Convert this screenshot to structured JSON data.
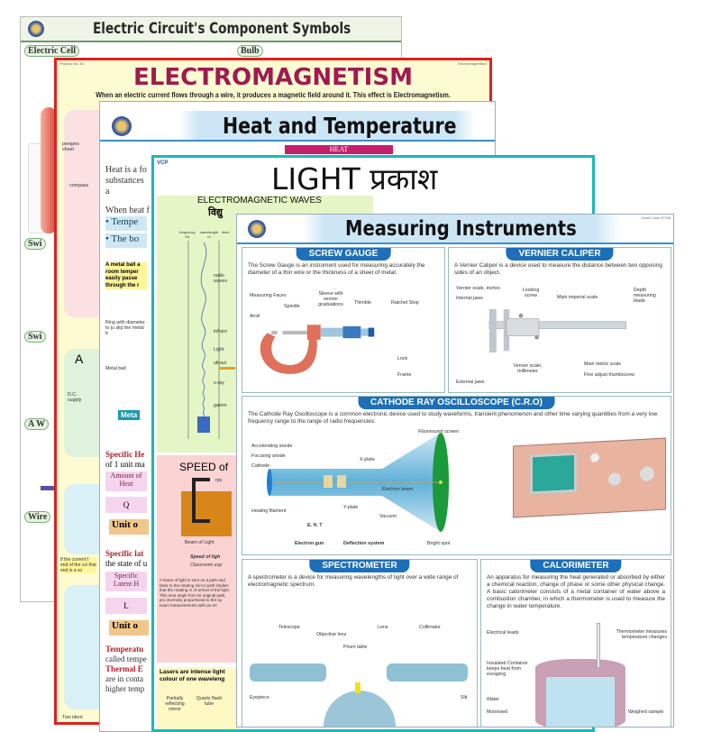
{
  "posters": {
    "circuit": {
      "title": "Electric Circuit's Component Symbols",
      "labels": [
        "Electric Cell",
        "Bulb",
        "Swi",
        "Swi",
        "A W",
        "Wire"
      ]
    },
    "electromagnetism": {
      "title": "ELECTROMAGNETISM",
      "code": "Physics No. 35",
      "corner": "Electromagnetism",
      "subtitle": "When an electric current flows through a wire, it produces a magnetic field around it. This effect is Electromagnetism.",
      "labels": {
        "perspex": "perspex sheet",
        "compass": "compass",
        "a": "A",
        "dc": "D.C. supply",
        "current": "If the current f end of the coi that end is a so",
        "two": "Two ident"
      }
    },
    "heat": {
      "title": "Heat and Temperature",
      "tab": "HEAT",
      "intro": "Heat is a fo substances a",
      "when": "When heat f",
      "bullets": [
        "• Tempe",
        "• The bo"
      ],
      "ball": "A metal ball a room temper easily passe through the r",
      "ring": "Ring with diameter to ju slip the metal b",
      "metal_ball": "Metal ball",
      "metal_tag": "Meta",
      "sh": "Specific He",
      "sh2": "of 1 unit ma",
      "amount": "Amount of Heat",
      "q": "Q",
      "unit": "Unit o",
      "latent": "Specific lat",
      "latent2": "the state of u",
      "latent_box": "Specific Latent H",
      "l": "L",
      "unit2": "Unit o",
      "temp": "Temperatu",
      "temp2": "called tempe",
      "thermal": "Thermal E",
      "temp3": "are in conta",
      "temp4": "higher temp"
    },
    "light": {
      "title": "LIGHT  प्रकाश",
      "brand": "VCP",
      "em_title": "ELECTROMAGNETIC WAVES",
      "em_hindi": "विद्यु",
      "cols": [
        "frequency Hz",
        "wavelength m",
        "elect"
      ],
      "bands": [
        "radio waves",
        "infrare",
        "Light",
        "ultravi",
        "x-ray",
        "gamm"
      ],
      "speed": "SPEED of",
      "rps": "rps",
      "beam": "Beam of Light",
      "speed_cap": "Speed of ligh",
      "classroom": "Classroom exp",
      "speed_text": "A beam of light is sent on a path and back to the rotating mirror path implies that the rotating m of arrival of the light. This sma angle from its original path, pro inversely proportional to the sp exact measurements with an err",
      "lasers": "Lasers are intense light colour of one waveleng",
      "partial": "Partially reflecting mirror",
      "quartz": "Quartz flash tube"
    },
    "measuring": {
      "title": "Measuring Instruments",
      "code": "Chart Code 07756",
      "screw": {
        "heading": "SCREW GAUGE",
        "desc": "The Screw Gauge is an instrument used for measuring accurately the diameter of a thin wire or the thickness of a sheet of metal.",
        "labels": [
          "Measuring Faces",
          "Spindle",
          "Sleeve with vernier graduations",
          "Thimble",
          "Ratchet Stop",
          "Anvil",
          "Lock",
          "Frame"
        ]
      },
      "vernier": {
        "heading": "VERNIER CALIPER",
        "desc": "A Vernier Caliper is a device used to measure the distance between two opposing sides of an object.",
        "labels": [
          "Vernier scale, inches",
          "Internal jaws",
          "Looking screw",
          "Main imperial scale",
          "Depth measuring blade",
          "Main metric scale",
          "Fine adjust thumbscrew",
          "Vernier scale, millimeter",
          "External jaws"
        ]
      },
      "cro": {
        "heading": "CATHODE RAY OSCILLOSCOPE (C.R.O)",
        "desc": "The Cathode Ray Oscilloscope is a common electronic device used to study waveforms, transient phenomenon and other time varying quantities from a very low frequency range to the range of radio frequencies.",
        "labels": [
          "Fluorescent screen",
          "Accelerating anode",
          "Focusing anode",
          "Cathode",
          "X-plate",
          "Electron beam",
          "Heating filament",
          "Y-plate",
          "Vacuum",
          "E. H. T",
          "Electron gun",
          "Deflection system",
          "Bright spot"
        ]
      },
      "spectro": {
        "heading": "SPECTROMETER",
        "desc": "A spectrometer is a device for measuring wavelengths of light over a wide range of electromagnetic spectrum.",
        "labels": [
          "Telescope",
          "Objective lens",
          "Lens",
          "Collimator",
          "Prism table",
          "Eyepiece",
          "Slit"
        ]
      },
      "calori": {
        "heading": "CALORIMETER",
        "desc": "An apparatus for measuring the heat generated or absorbed by either a chemical reaction, change of phase or some other physical change. A basic calorimeter consists of a metal container of water above a combustion chamber, in which a thermometer is used to measure the change in water temperature.",
        "labels": [
          "Electrical leads",
          "Thermometer measures temperature changes",
          "Insulated Container keeps heat from escaping",
          "Water",
          "Motorised",
          "Weighed sample"
        ]
      }
    }
  }
}
